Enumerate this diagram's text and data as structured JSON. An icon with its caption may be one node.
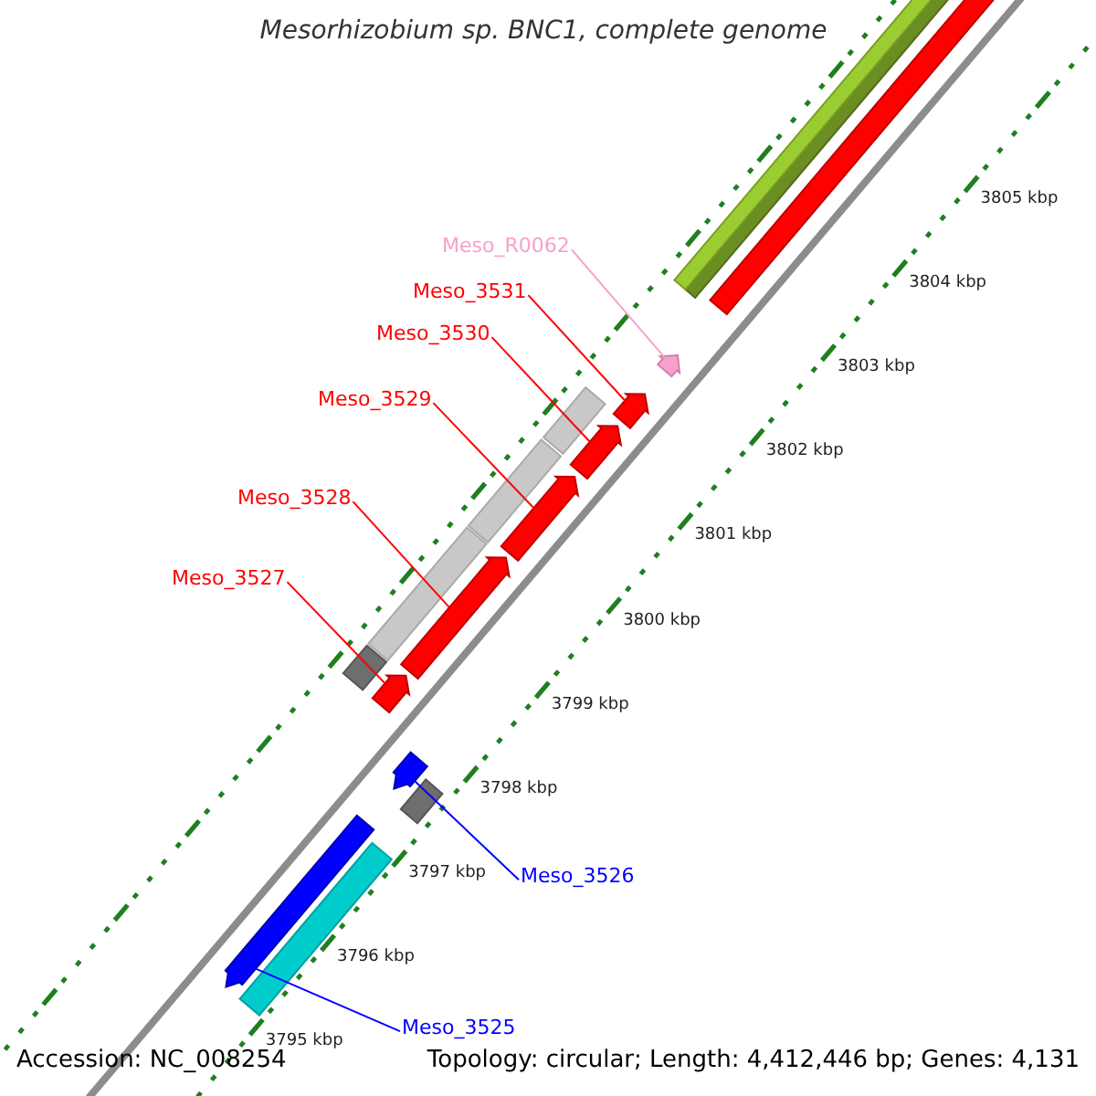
{
  "diagram": {
    "title": "Mesorhizobium sp. BNC1, complete genome",
    "nodes": [
      {
        "text": [
          "Meso_R0062"
        ]
      },
      {
        "text": [
          "Meso_3531"
        ]
      },
      {
        "text": [
          "Meso_3530"
        ]
      },
      {
        "text": [
          "Meso_3529"
        ]
      },
      {
        "text": [
          "Meso_3528"
        ]
      },
      {
        "text": [
          "Meso_3527"
        ]
      },
      {
        "text": [
          "Meso_3526"
        ]
      },
      {
        "text": [
          "Meso_3525"
        ]
      },
      {
        "text": [],
        "shape": "arrow"
      },
      {
        "text": [],
        "shape": "arrow"
      },
      {
        "text": [],
        "shape": "arrow"
      },
      {
        "text": [],
        "shape": "arrow"
      },
      {
        "text": [],
        "shape": "arrow"
      },
      {
        "text": [],
        "shape": "arrow"
      },
      {
        "text": [],
        "shape": "arrow"
      },
      {
        "text": [],
        "shape": "arrow"
      }
    ],
    "edges": [
      {
        "from": 0,
        "to": 8,
        "arrow": "none",
        "color": "#f7a1cc"
      },
      {
        "from": 1,
        "to": 9,
        "arrow": "none"
      },
      {
        "from": 2,
        "to": 10,
        "arrow": "none"
      },
      {
        "from": 3,
        "to": 11,
        "arrow": "none"
      },
      {
        "from": 4,
        "to": 12,
        "arrow": "none"
      },
      {
        "from": 5,
        "to": 13,
        "arrow": "none"
      },
      {
        "from": 6,
        "to": 14,
        "arrow": "none",
        "color": "#0000ff"
      },
      {
        "from": 7,
        "to": 15,
        "arrow": "none",
        "color": "#0000ff"
      }
    ],
    "labels": [
      "3805 kbp",
      "3804 kbp",
      "3803 kbp",
      "3802 kbp",
      "3801 kbp",
      "3800 kbp",
      "3799 kbp",
      "3798 kbp",
      "3797 kbp",
      "3796 kbp",
      "3795 kbp",
      "Accession: NC_008254",
      "Topology: circular; Length: 4,412,446 bp; Genes: 4,131"
    ]
  }
}
